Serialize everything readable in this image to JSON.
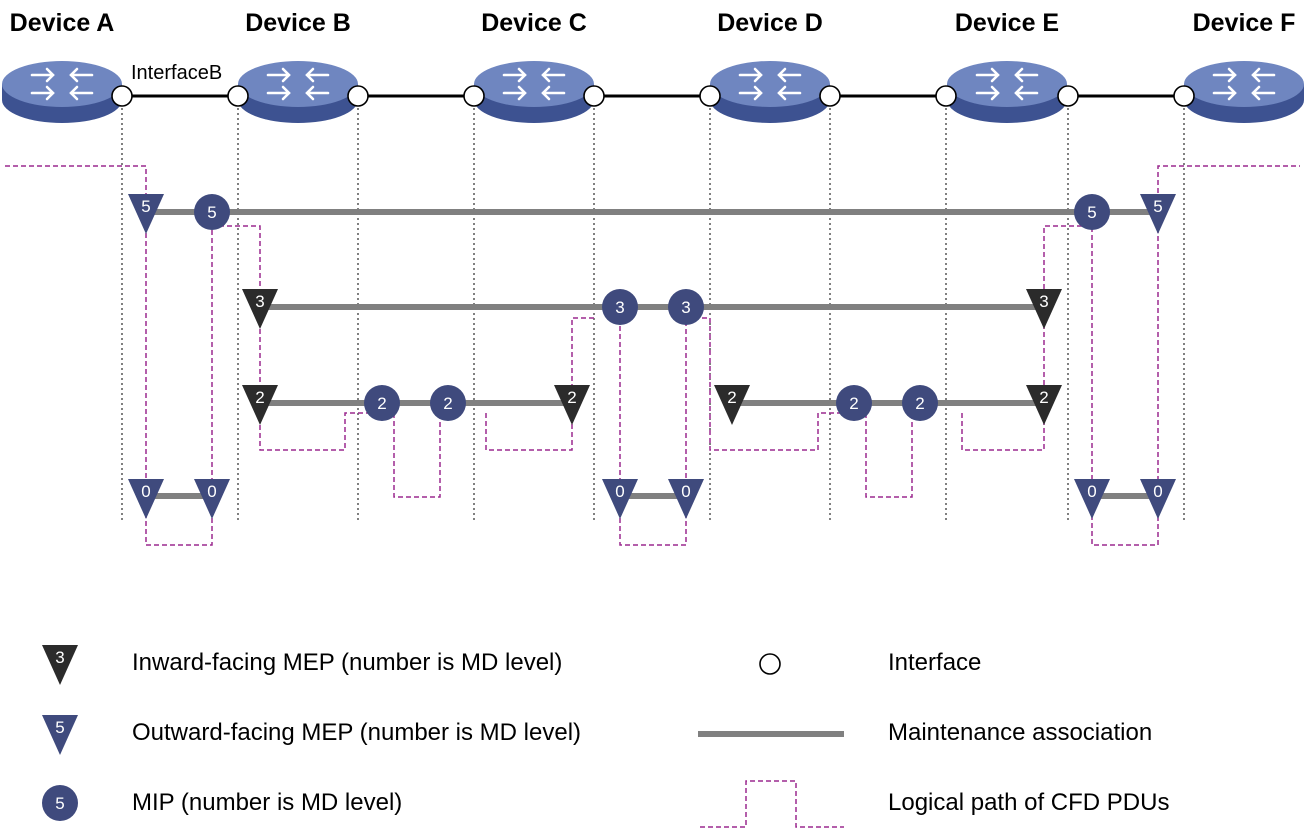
{
  "devices": [
    {
      "id": "A",
      "title": "Device A"
    },
    {
      "id": "B",
      "title": "Device B"
    },
    {
      "id": "C",
      "title": "Device C"
    },
    {
      "id": "D",
      "title": "Device D"
    },
    {
      "id": "E",
      "title": "Device E"
    },
    {
      "id": "F",
      "title": "Device F"
    }
  ],
  "interface_label": "InterfaceB",
  "md_levels": [
    "5",
    "3",
    "2",
    "0"
  ],
  "legend": {
    "inward_mep": {
      "symbol_level": "3",
      "label": "Inward-facing  MEP (number is MD level)"
    },
    "outward_mep": {
      "symbol_level": "5",
      "label": "Outward-facing  MEP (number is MD level)"
    },
    "mip": {
      "symbol_level": "5",
      "label": "MIP (number is MD level)"
    },
    "interface": {
      "label": "Interface"
    },
    "maintenance_association": {
      "label": "Maintenance association"
    },
    "logical_path": {
      "label": "Logical path of CFD PDUs"
    }
  },
  "colors": {
    "inward_mep": "#2b2b2b",
    "outward_mep": "#3f4a7d",
    "mip": "#3f4a7d",
    "ma_line": "#808080",
    "pdu_path": "#9b2a8f",
    "device_top": "#6f86c0",
    "device_side": "#3d5291"
  }
}
